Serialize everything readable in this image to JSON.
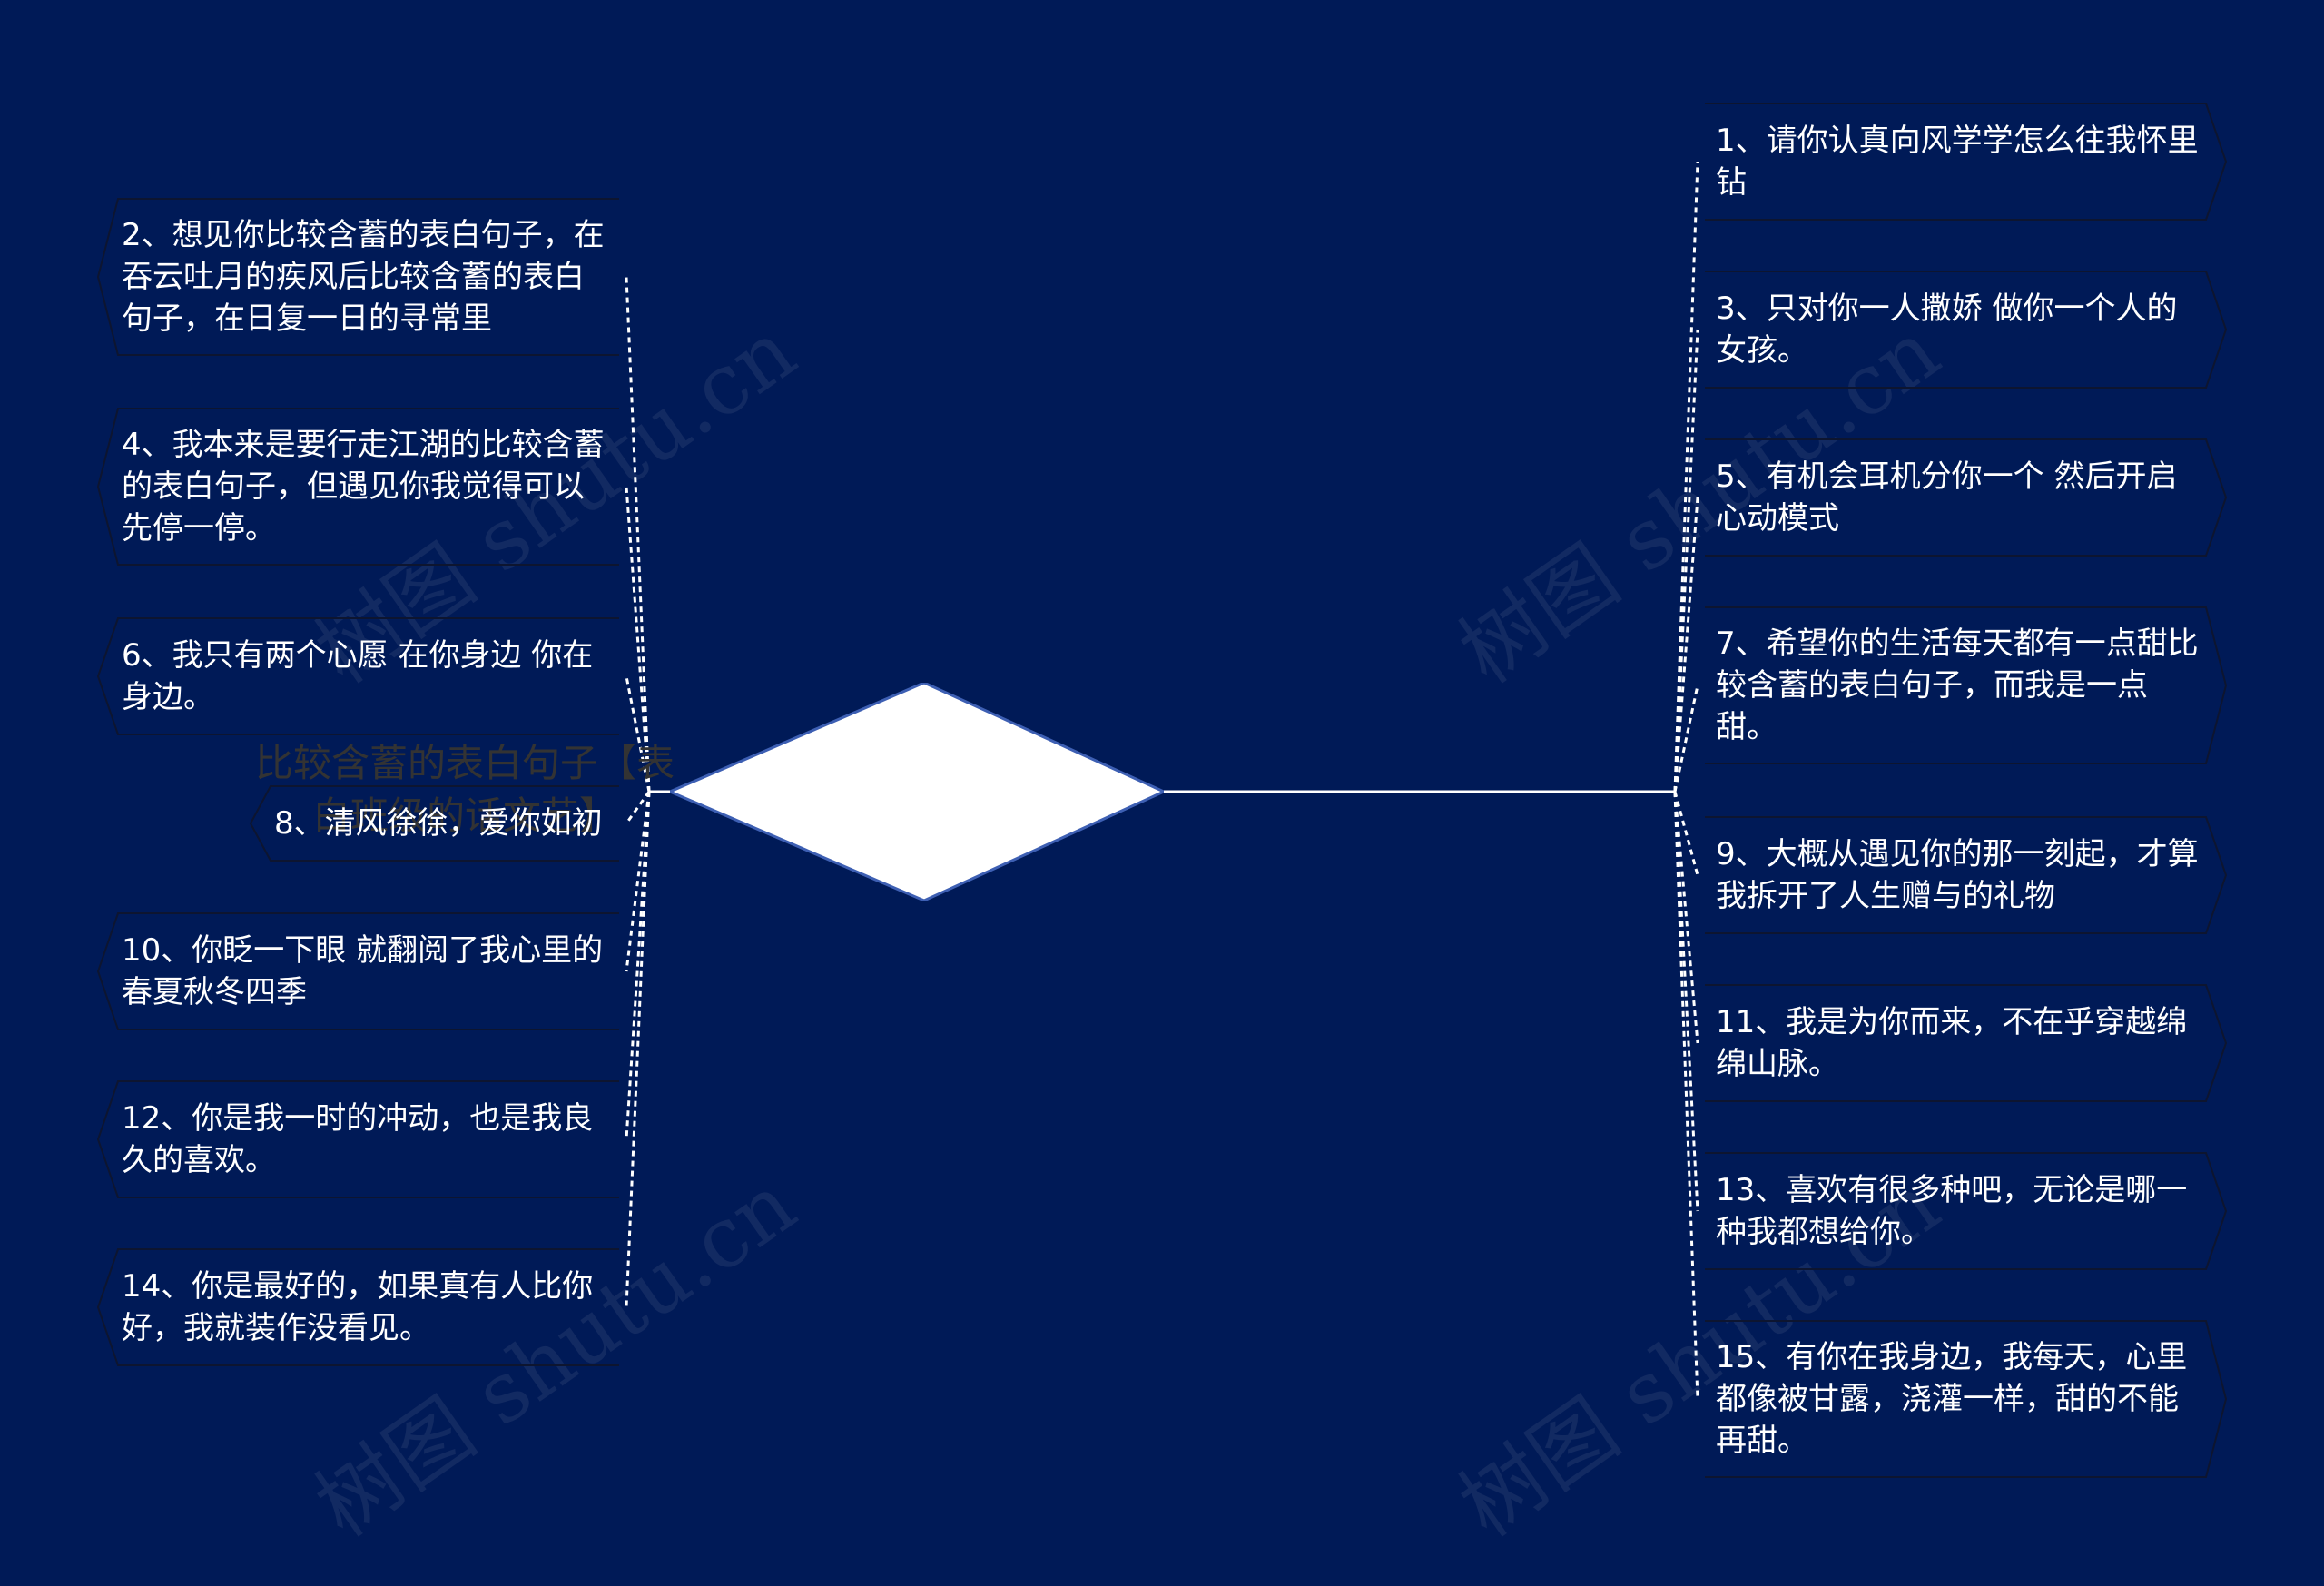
{
  "watermark": "树图 shutu.cn",
  "center": {
    "title": "比较含蓄的表白句子【表白班级的话文艺】"
  },
  "colors": {
    "background": "#001a57",
    "center_fill": "#ffffff",
    "center_stroke": "#3d5fb3",
    "text": "#ffffff",
    "link": "#ffffff"
  },
  "left_items": [
    "2、想见你比较含蓄的表白句子，在吞云吐月的疾风后比较含蓄的表白句子，在日复一日的寻常里",
    "4、我本来是要行走江湖的比较含蓄的表白句子，但遇见你我觉得可以先停一停。",
    "6、我只有两个心愿 在你身边 你在身边。",
    "8、清风徐徐，爱你如初",
    "10、你眨一下眼 就翻阅了我心里的春夏秋冬四季",
    "12、你是我一时的冲动，也是我良久的喜欢。",
    "14、你是最好的，如果真有人比你好，我就装作没看见。"
  ],
  "right_items": [
    "1、请你认真向风学学怎么往我怀里钻",
    "3、只对你一人撒娇 做你一个人的女孩。",
    "5、有机会耳机分你一个 然后开启心动模式",
    "7、希望你的生活每天都有一点甜比较含蓄的表白句子，而我是一点甜。",
    "9、大概从遇见你的那一刻起，才算我拆开了人生赠与的礼物",
    "11、我是为你而来，不在乎穿越绵绵山脉。",
    "13、喜欢有很多种吧，无论是哪一种我都想给你。",
    "15、有你在我身边，我每天，心里都像被甘露，浇灌一样，甜的不能再甜。"
  ]
}
